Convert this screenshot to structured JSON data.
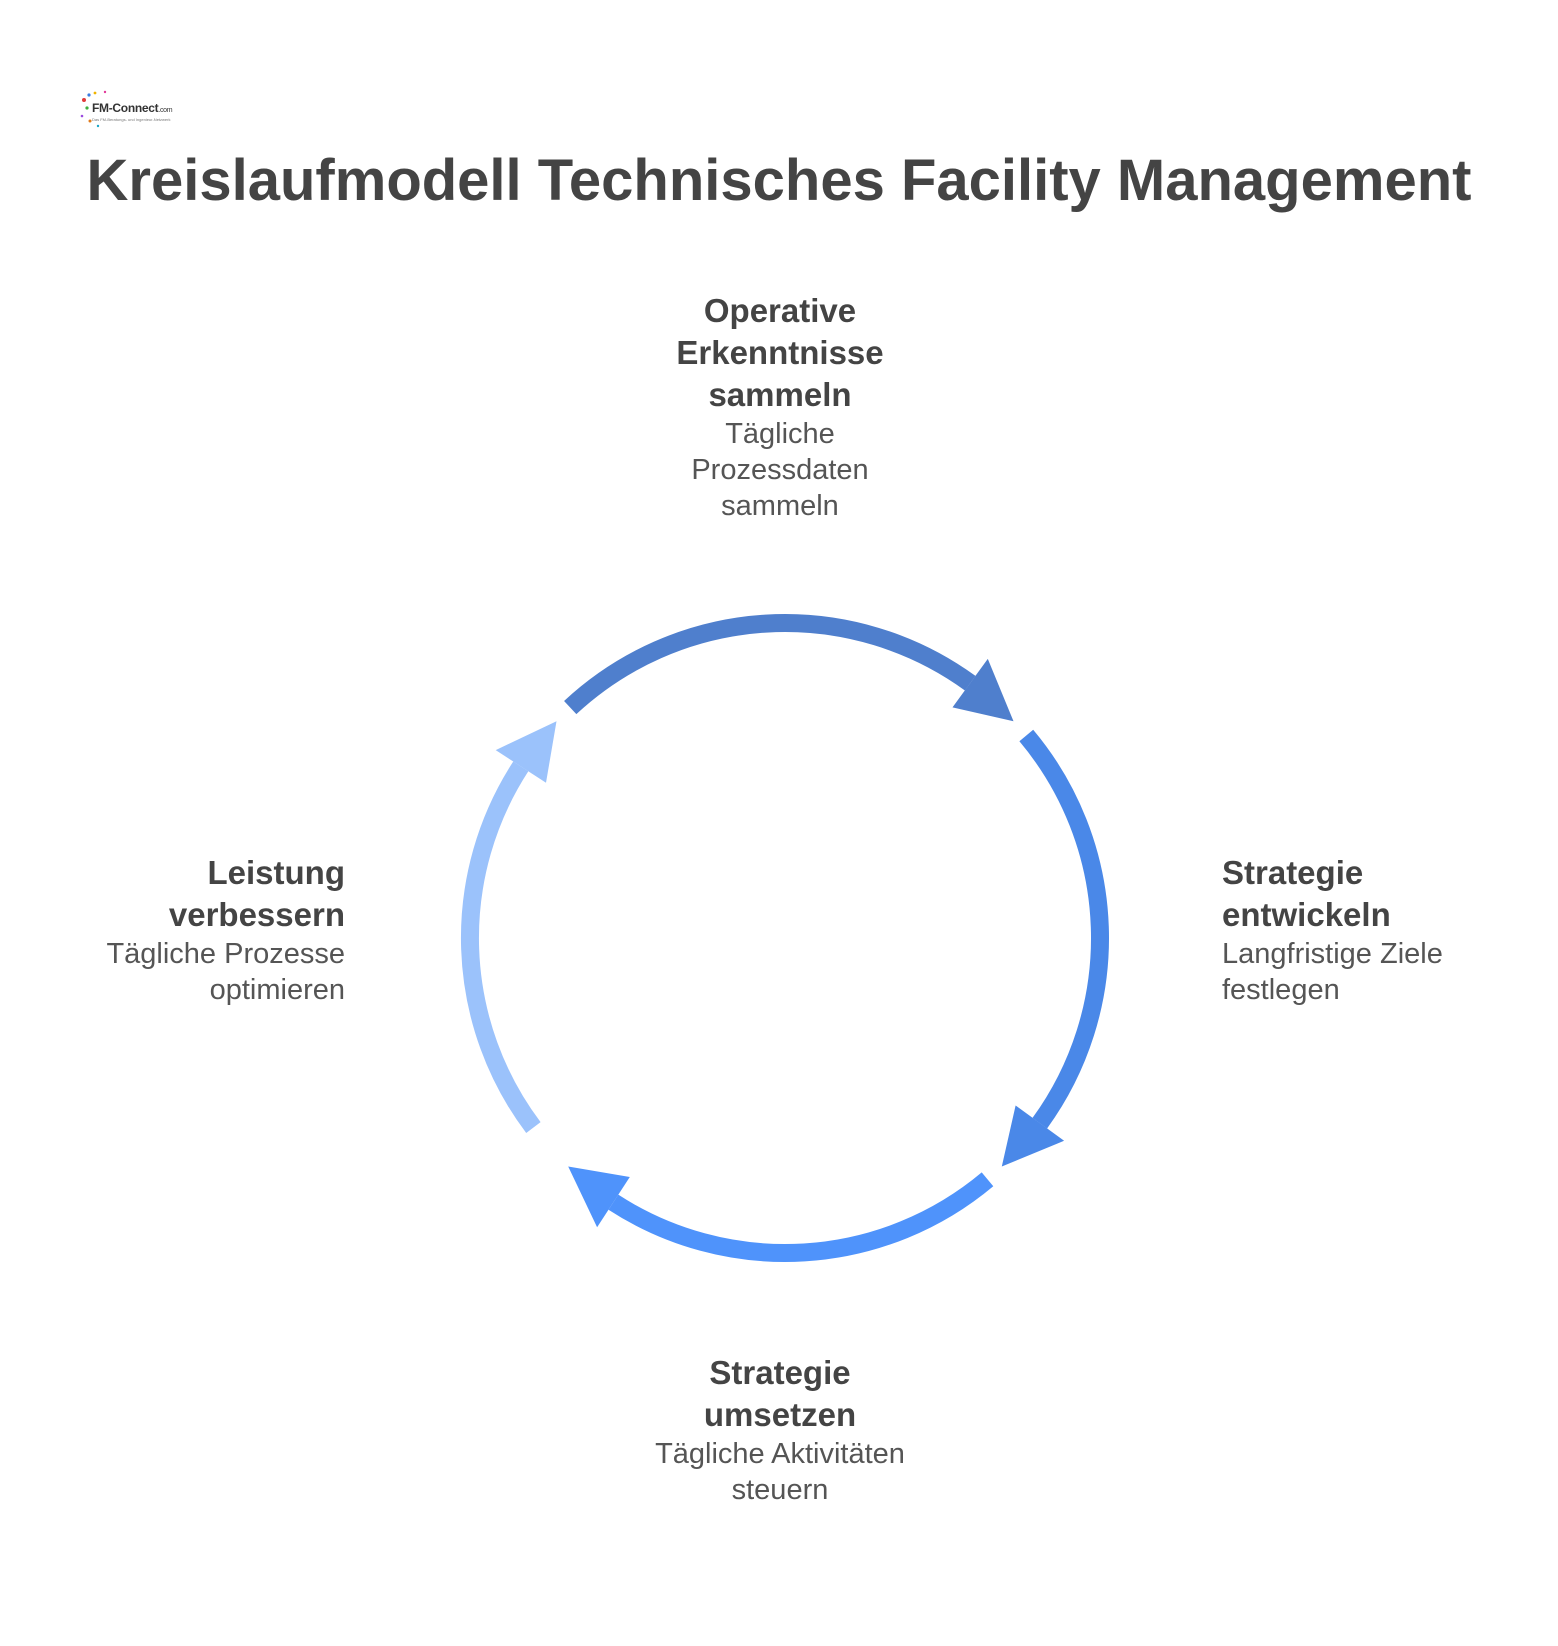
{
  "logo": {
    "name": "FM-Connect",
    "domain": ".com",
    "tagline": "Das FM-Beratungs- und Ingenieur-Netzwerk"
  },
  "title": "Kreislaufmodell Technisches Facility Management",
  "colors": {
    "arrow_top": "#4f7fcd",
    "arrow_right": "#4a88e8",
    "arrow_bottom": "#4f93fb",
    "arrow_left": "#9bc2fb",
    "text_dark": "#444444"
  },
  "steps": {
    "top": {
      "title": "Operative\nErkenntnisse\nsammeln",
      "description": "Tägliche\nProzessdaten\nsammeln"
    },
    "right": {
      "title": "Strategie\nentwickeln",
      "description": "Langfristige Ziele\nfestlegen"
    },
    "bottom": {
      "title": "Strategie\numsetzen",
      "description": "Tägliche Aktivitäten\nsteuern"
    },
    "left": {
      "title": "Leistung\nverbessern",
      "description": "Tägliche Prozesse\noptimieren"
    }
  }
}
